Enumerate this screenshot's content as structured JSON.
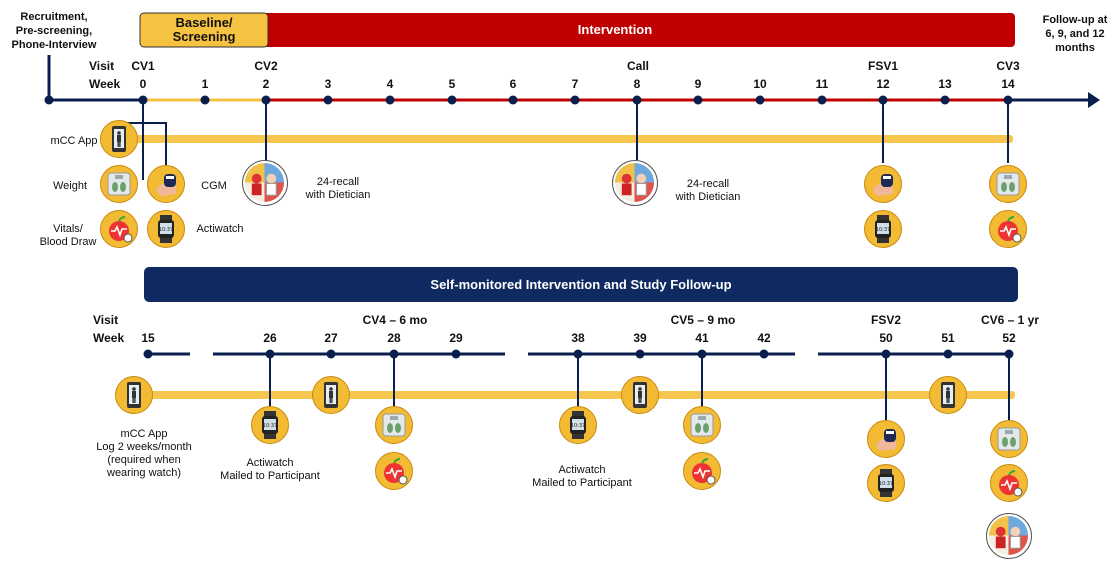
{
  "phases": {
    "pre": "Recruitment,\nPre-screening,\nPhone-Interview",
    "baseline": "Baseline/\nScreening",
    "intervention": "Intervention",
    "followup": "Follow-up at\n6, 9, and 12\nmonths",
    "self_monitored": "Self-monitored Intervention and Study Follow-up"
  },
  "top": {
    "visit_label": "Visit",
    "week_label": "Week",
    "weeks": [
      "0",
      "1",
      "2",
      "3",
      "4",
      "5",
      "6",
      "7",
      "8",
      "9",
      "10",
      "11",
      "12",
      "13",
      "14"
    ],
    "visits": [
      "CV1",
      "CV2",
      "Call",
      "FSV1",
      "CV3"
    ],
    "labels": {
      "app": "mCC App",
      "weight": "Weight",
      "cgm": "CGM",
      "vitals": "Vitals/\nBlood Draw",
      "actiwatch": "Actiwatch",
      "recall1": "24-recall\nwith Dietician",
      "recall2": "24-recall\nwith Dietician"
    }
  },
  "bottom": {
    "visit_label": "Visit",
    "week_label": "Week",
    "weeks": [
      "15",
      "26",
      "27",
      "28",
      "29",
      "38",
      "39",
      "41",
      "42",
      "50",
      "51",
      "52"
    ],
    "visits": [
      "CV4 – 6 mo",
      "CV5 – 9 mo",
      "FSV2",
      "CV6 – 1 yr"
    ],
    "labels": {
      "app": "mCC App\nLog 2 weeks/month\n(required when\nwearing watch)",
      "act1": "Actiwatch\nMailed to Participant",
      "act2": "Actiwatch\nMailed to Participant"
    }
  },
  "colors": {
    "navy": "#0b1f4f",
    "red": "#c00000",
    "amber": "#f5c242",
    "icon": "#f2bb33",
    "band": "#f6c651"
  },
  "icons": [
    "phone-icon",
    "scale-icon",
    "cgm-icon",
    "heart-apple-icon",
    "watch-icon",
    "dietician-icon"
  ]
}
